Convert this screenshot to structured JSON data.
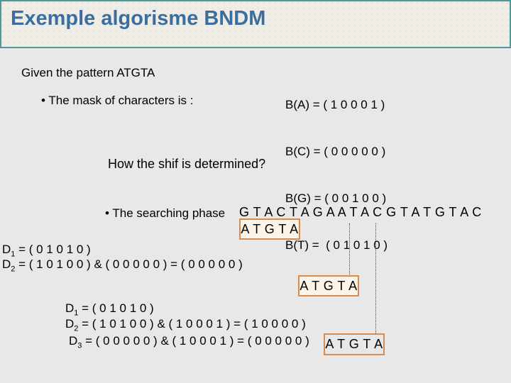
{
  "slide": {
    "title": "Exemple algorisme BNDM",
    "colors": {
      "title_text": "#3a6e9f",
      "banner_background": "#f2e6c9",
      "banner_border": "#4e9898",
      "body_background": "#e8e8e8",
      "pattern_box_border": "#d98c50",
      "body_text": "#000000"
    }
  },
  "content": {
    "given_pattern": "Given the pattern ATGTA",
    "mask_intro": "• The mask of characters is :",
    "masks": [
      "B(A) = ( 1 0 0 0 1 )",
      "B(C) = ( 0 0 0 0 0 )",
      "B(G) = ( 0 0 1 0 0 )",
      "B(T) =  ( 0 1 0 1 0 )"
    ],
    "shift_question": "How the shif is determined?",
    "search_phase_label": "• The searching phase",
    "sequence_text": "G T A C T A G A A T A C G T A T G T A C",
    "pattern_box_text": "A T G T A",
    "d_lines_first": [
      {
        "name": "D",
        "sub": "1",
        "rest": " = ( 0 1 0 1 0 )"
      },
      {
        "name": "D",
        "sub": "2",
        "rest": " = ( 1 0 1 0 0 ) & ( 0 0 0 0 0 ) = ( 0 0 0 0 0 )"
      }
    ],
    "d_lines_second": [
      {
        "name": "D",
        "sub": "1",
        "rest": " = ( 0 1 0 1 0 )"
      },
      {
        "name": "D",
        "sub": "2",
        "rest": " = ( 1 0 1 0 0 ) & ( 1 0 0 0 1 ) = ( 1 0 0 0 0 )"
      },
      {
        "name": "D",
        "sub": "3",
        "rest": " = ( 0 0 0 0 0 ) & ( 1 0 0 0 1 ) = ( 0 0 0 0 0 )"
      }
    ]
  }
}
